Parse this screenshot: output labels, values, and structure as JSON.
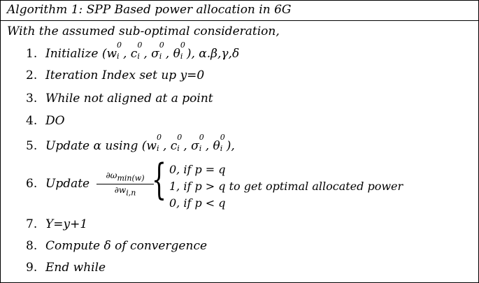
{
  "title": "Algorithm 1: SPP Based power allocation in 6G",
  "intro": "With the assumed sub-optimal consideration,",
  "steps": [
    {
      "num": "1.",
      "text": "Initialize "
    },
    {
      "num": "2.",
      "text": "Iteration Index set up y=0"
    },
    {
      "num": "3.",
      "text": "While not aligned at a point"
    },
    {
      "num": "4.",
      "text": "DO"
    },
    {
      "num": "5.",
      "text": "Update α  using "
    },
    {
      "num": "6.",
      "text": "Update"
    },
    {
      "num": "7.",
      "text": "Y=y+1"
    },
    {
      "num": "8.",
      "text": "Compute δ of convergence"
    },
    {
      "num": "9.",
      "text": "End while"
    }
  ],
  "step1_params": ", α.β,γ,δ",
  "step5_suffix": ",",
  "step6": {
    "frac_num": "∂ω",
    "frac_num_sub": "min(w)",
    "frac_den": "∂w",
    "frac_den_sub": "i,n",
    "case1": "0, if p = q",
    "case2": "1, if p > q to get optimal allocated power",
    "case3": "0, if p < q"
  }
}
